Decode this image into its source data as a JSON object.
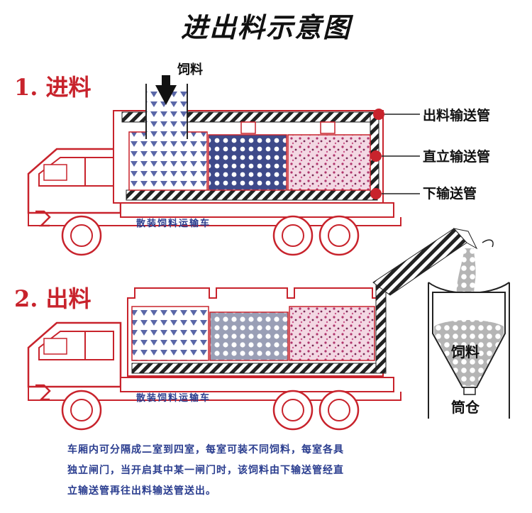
{
  "title": "进出料示意图",
  "step1": {
    "label": "1. 进料",
    "feed": "饲料"
  },
  "pipes": {
    "outlet": "出料输送管",
    "vertical": "直立输送管",
    "lower": "下输送管"
  },
  "truck_label": "散装饲料运输车",
  "step2": {
    "label": "2. 出料",
    "silo_feed": "饲料",
    "silo": "筒仓"
  },
  "note": [
    "车厢内可分隔成二室到四室，每室可装不同饲料，每室各具",
    "独立闸门，当开启其中某一闸门时，该饲料由下输送管经直",
    "立输送管再往出料输送管送出。"
  ],
  "colors": {
    "accent": "#c8232c",
    "text_blue": "#2a3d8f"
  }
}
